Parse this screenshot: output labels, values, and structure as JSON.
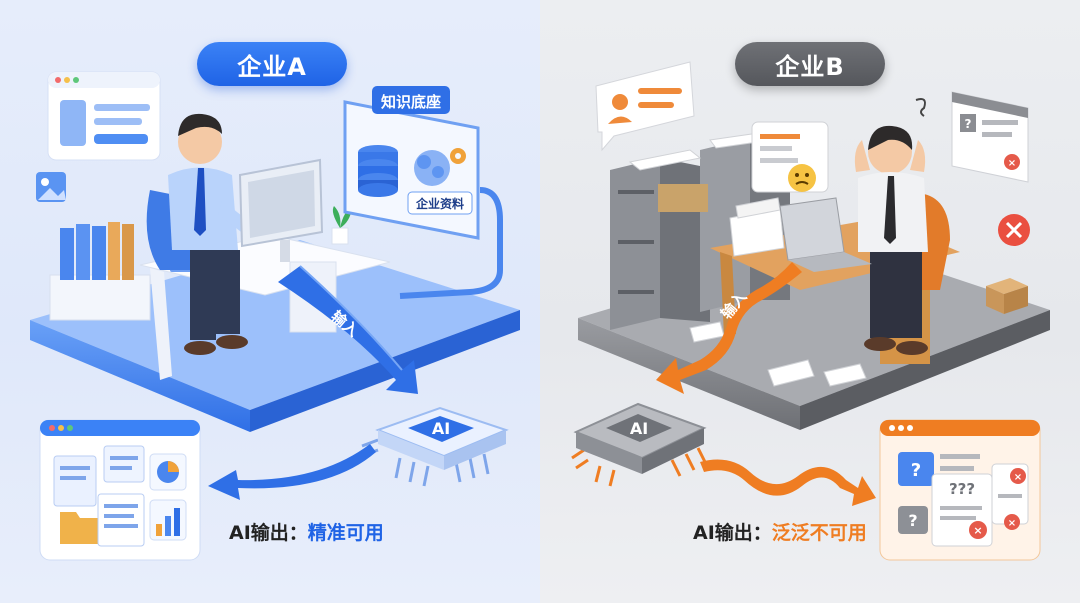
{
  "company_a": {
    "title": "企业A",
    "knowledge_base_label": "知识底座",
    "enterprise_docs_label": "企业资料",
    "input_label": "输入",
    "chip_label": "AI",
    "output_prefix": "AI输出：",
    "output_value": "精准可用",
    "accent_color": "#1f63e6"
  },
  "company_b": {
    "title": "企业B",
    "input_label": "输入",
    "chip_label": "AI",
    "docs_unknown_mark": "???",
    "output_prefix": "AI输出：",
    "output_value": "泛泛不可用",
    "accent_color": "#ef7d22"
  }
}
